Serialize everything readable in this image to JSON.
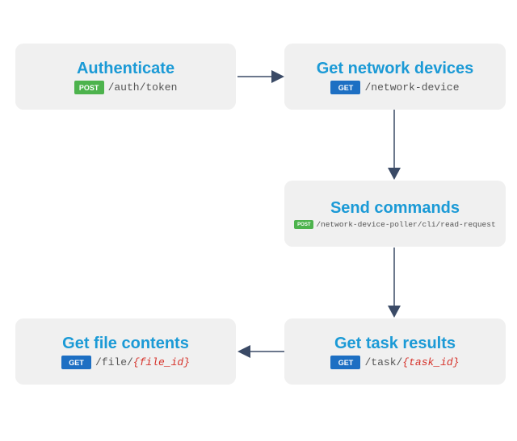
{
  "steps": {
    "authenticate": {
      "title": "Authenticate",
      "method": "POST",
      "path": "/auth/token"
    },
    "devices": {
      "title": "Get network devices",
      "method": "GET",
      "path": "/network-device"
    },
    "commands": {
      "title": "Send commands",
      "method": "POST",
      "path": "/network-device-poller/cli/read-request"
    },
    "task": {
      "title": "Get task results",
      "method": "GET",
      "path": "/task/",
      "param": "{task_id}"
    },
    "file": {
      "title": "Get file contents",
      "method": "GET",
      "path": "/file/",
      "param": "{file_id}"
    }
  },
  "colors": {
    "title": "#1b9ad6",
    "post": "#4db34d",
    "get": "#1d6fc3",
    "param": "#d6322a",
    "arrow": "#3a4a66",
    "box": "#f0f0f0"
  }
}
